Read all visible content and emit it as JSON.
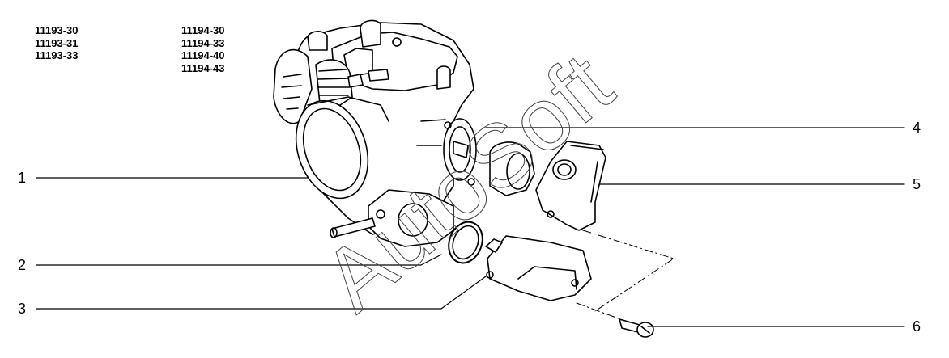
{
  "part_codes": {
    "left": [
      "11193-30",
      "11193-31",
      "11193-33"
    ],
    "right": [
      "11194-30",
      "11194-33",
      "11194-40",
      "11194-43"
    ]
  },
  "callouts": [
    "1",
    "2",
    "3",
    "4",
    "5",
    "6"
  ],
  "watermark": "AutoSoft",
  "colors": {
    "line": "#000000",
    "background": "#ffffff"
  }
}
